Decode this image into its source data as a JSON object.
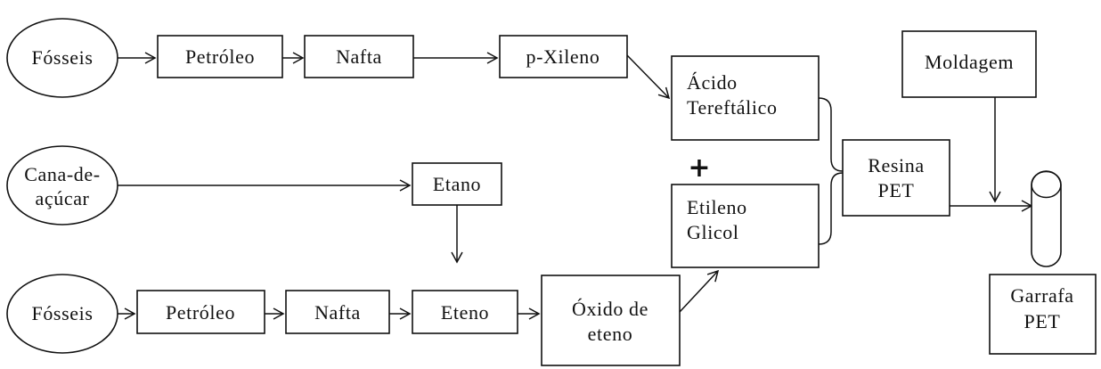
{
  "nodes": {
    "fosseis_top": "Fósseis",
    "petroleo_top": "Petróleo",
    "nafta_top": "Nafta",
    "p_xileno": "p-Xileno",
    "acido_tereftalico": [
      "Ácido",
      "Tereftálico"
    ],
    "moldagem": "Moldagem",
    "cana_de_acucar": [
      "Cana-de-",
      "açúcar"
    ],
    "etano": "Etano",
    "etileno_glicol": [
      "Etileno",
      "Glicol"
    ],
    "resina_pet": [
      "Resina",
      "PET"
    ],
    "fosseis_bottom": "Fósseis",
    "petroleo_bottom": "Petróleo",
    "nafta_bottom": "Nafta",
    "eteno": "Eteno",
    "oxido_de_eteno": [
      "Óxido de",
      "eteno"
    ],
    "garrafa_pet": [
      "Garrafa",
      "PET"
    ]
  },
  "plus_symbol": "+",
  "icons": {
    "bottle": "bottle-icon"
  }
}
